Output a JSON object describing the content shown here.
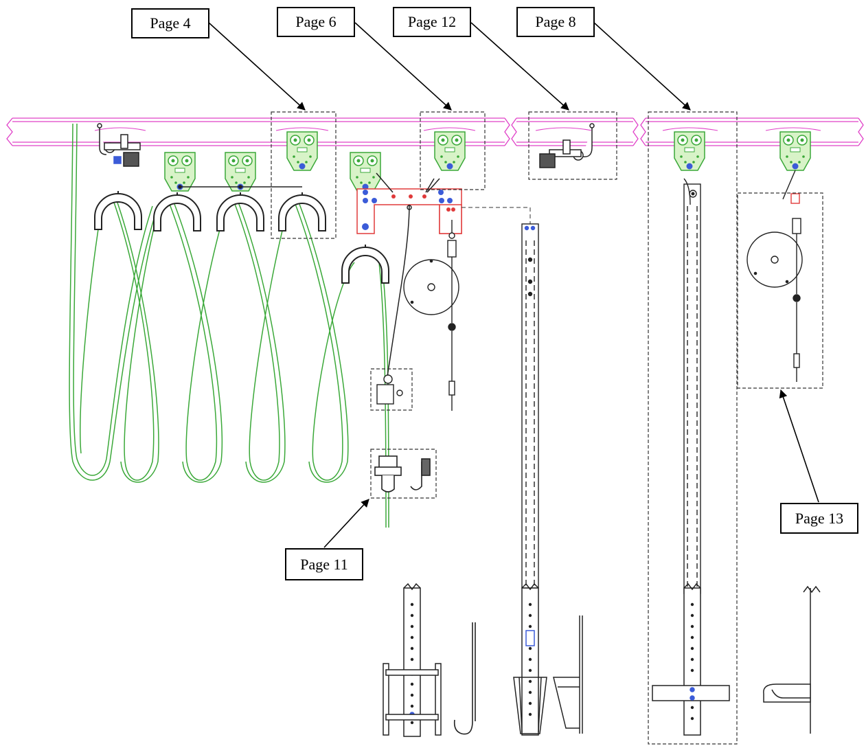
{
  "callouts": {
    "page4": "Page 4",
    "page6": "Page 6",
    "page12": "Page 12",
    "page8": "Page 8",
    "page11": "Page 11",
    "page13": "Page 13"
  },
  "colors": {
    "track": "#e040c8",
    "trolley": "#3aa838",
    "trolley_fill": "#d8f3c8",
    "bolt": "#3b5bd8",
    "bracket": "#e03a3a",
    "line": "#222222",
    "dash": "#333333"
  },
  "icons": [
    "arrow-icon",
    "wheel-icon",
    "bolt-icon",
    "reel-icon",
    "hook-icon"
  ]
}
